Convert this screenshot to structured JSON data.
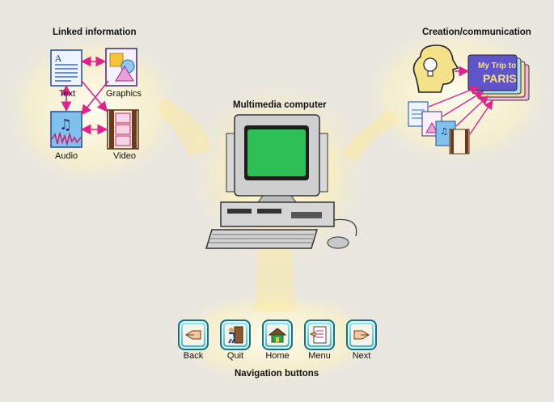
{
  "titles": {
    "linked": "Linked information",
    "creation": "Creation/communication",
    "multimedia": "Multimedia computer",
    "navigation": "Navigation buttons"
  },
  "linked_items": {
    "text": "Text",
    "graphics": "Graphics",
    "audio": "Audio",
    "video": "Video"
  },
  "creation": {
    "card_line1": "My Trip to",
    "card_line2": "PARIS"
  },
  "nav": {
    "back": "Back",
    "quit": "Quit",
    "home": "Home",
    "menu": "Menu",
    "next": "Next"
  },
  "colors": {
    "background": "#e9e6e0",
    "glow": "#f7e27a",
    "arrow": "#e0228a",
    "screen": "#2fbf57",
    "nav_button": "#3fb4c4"
  }
}
